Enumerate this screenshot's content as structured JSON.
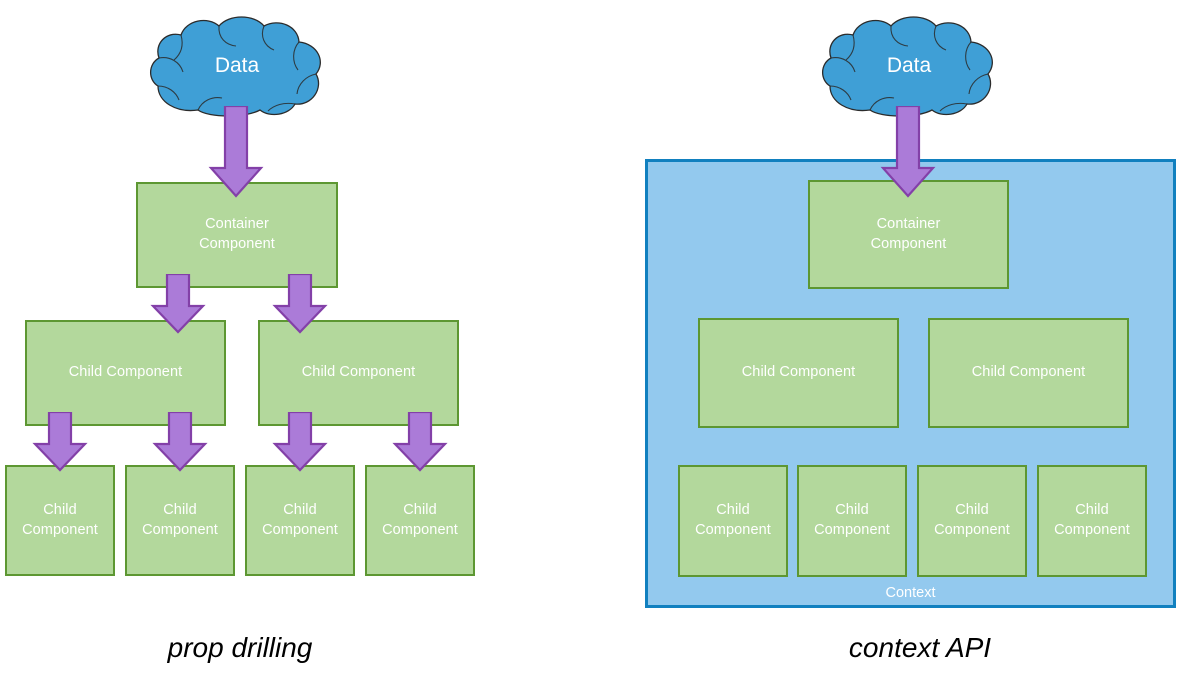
{
  "diagram": {
    "title_left": "prop drilling",
    "title_right": "context API",
    "colors": {
      "node_fill": "#b3d89c",
      "node_border": "#5d9732",
      "cloud_fill": "#3f9fd6",
      "cloud_border": "#2b2b2b",
      "arrow_fill": "#ab7bd8",
      "arrow_border": "#8340a8",
      "context_fill": "#93c9ee",
      "context_border": "#1180bf",
      "node_text": "#ffffff",
      "caption_text": "#000000",
      "background": "#ffffff"
    },
    "labels": {
      "data": "Data",
      "container": "Container\nComponent",
      "container_line1": "Container",
      "container_line2": "Component",
      "child_one_line": "Child Component",
      "child_line1": "Child",
      "child_line2": "Component",
      "context": "Context"
    }
  },
  "left_panel": {
    "name": "prop-drilling-diagram",
    "caption": "prop drilling",
    "cloud": {
      "label": "Data"
    },
    "container": {
      "line1": "Container",
      "line2": "Component"
    },
    "mid_row": [
      {
        "label": "Child Component"
      },
      {
        "label": "Child Component"
      }
    ],
    "bottom_row": [
      {
        "line1": "Child",
        "line2": "Component"
      },
      {
        "line1": "Child",
        "line2": "Component"
      },
      {
        "line1": "Child",
        "line2": "Component"
      },
      {
        "line1": "Child",
        "line2": "Component"
      }
    ],
    "arrows": [
      {
        "name": "arrow-data-to-container"
      },
      {
        "name": "arrow-container-to-child-1"
      },
      {
        "name": "arrow-container-to-child-2"
      },
      {
        "name": "arrow-child1-to-leaf-1"
      },
      {
        "name": "arrow-child1-to-leaf-2"
      },
      {
        "name": "arrow-child2-to-leaf-3"
      },
      {
        "name": "arrow-child2-to-leaf-4"
      }
    ]
  },
  "right_panel": {
    "name": "context-api-diagram",
    "caption": "context API",
    "cloud": {
      "label": "Data"
    },
    "context_region": {
      "label": "Context"
    },
    "container": {
      "line1": "Container",
      "line2": "Component"
    },
    "mid_row": [
      {
        "label": "Child Component"
      },
      {
        "label": "Child Component"
      }
    ],
    "bottom_row": [
      {
        "line1": "Child",
        "line2": "Component"
      },
      {
        "line1": "Child",
        "line2": "Component"
      },
      {
        "line1": "Child",
        "line2": "Component"
      },
      {
        "line1": "Child",
        "line2": "Component"
      }
    ],
    "arrows": [
      {
        "name": "arrow-data-to-container"
      }
    ]
  }
}
